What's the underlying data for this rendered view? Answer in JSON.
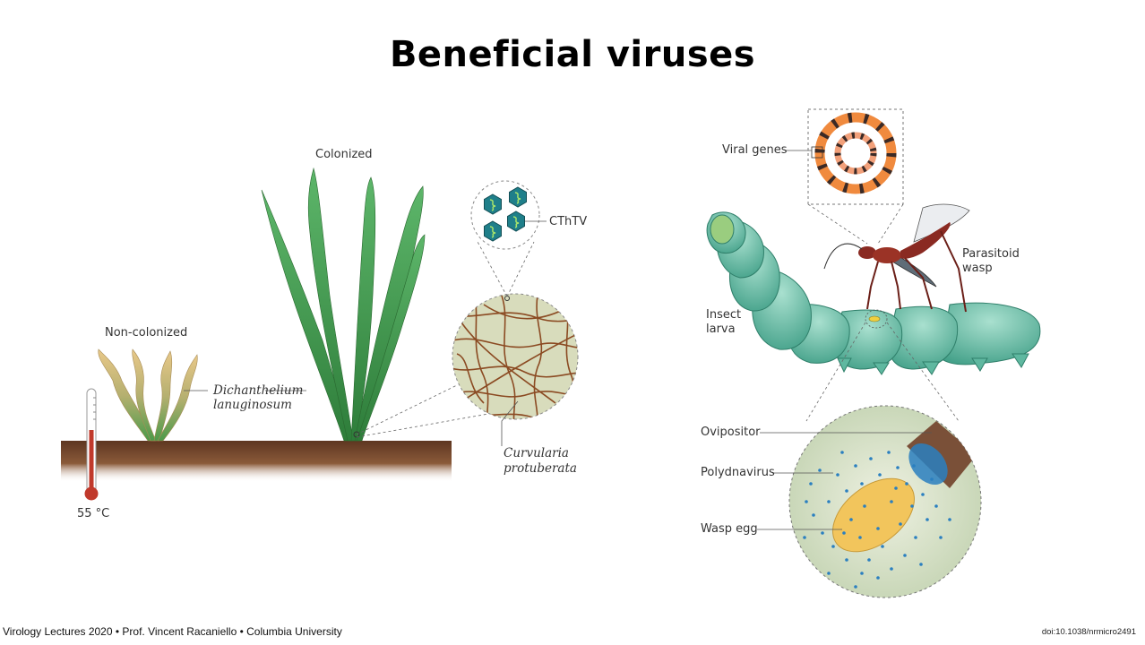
{
  "slide": {
    "title": "Beneficial viruses"
  },
  "plant_panel": {
    "label_non_colonized": "Non-colonized",
    "label_colonized": "Colonized",
    "plant_species_line1": "Dichanthelium",
    "plant_species_line2": "lanuginosum",
    "virus_label": "CThTV",
    "fungus_line1": "Curvularia",
    "fungus_line2": "protuberata",
    "temperature": "55 °C"
  },
  "wasp_panel": {
    "label_viral_genes": "Viral genes",
    "label_wasp_line1": "Parasitoid",
    "label_wasp_line2": "wasp",
    "label_larva_line1": "Insect",
    "label_larva_line2": "larva",
    "label_ovipositor": "Ovipositor",
    "label_polydnavirus": "Polydnavirus",
    "label_wasp_egg": "Wasp egg"
  },
  "footer": {
    "credit": "Virology Lectures 2020 • Prof. Vincent Racaniello • Columbia University",
    "doi": "doi:10.1038/nrmicro2491"
  },
  "colors": {
    "soil": "#7a4b2f",
    "grass": "#3f9a4a",
    "larva": "#5fb8a0",
    "fungus_bg": "#d9dfc0",
    "hyphae": "#8b4a22",
    "virus": "#1f8a8c",
    "wasp": "#8a2a22",
    "egg": "#f0c35a",
    "polydnavirus": "#2a7fc0"
  }
}
